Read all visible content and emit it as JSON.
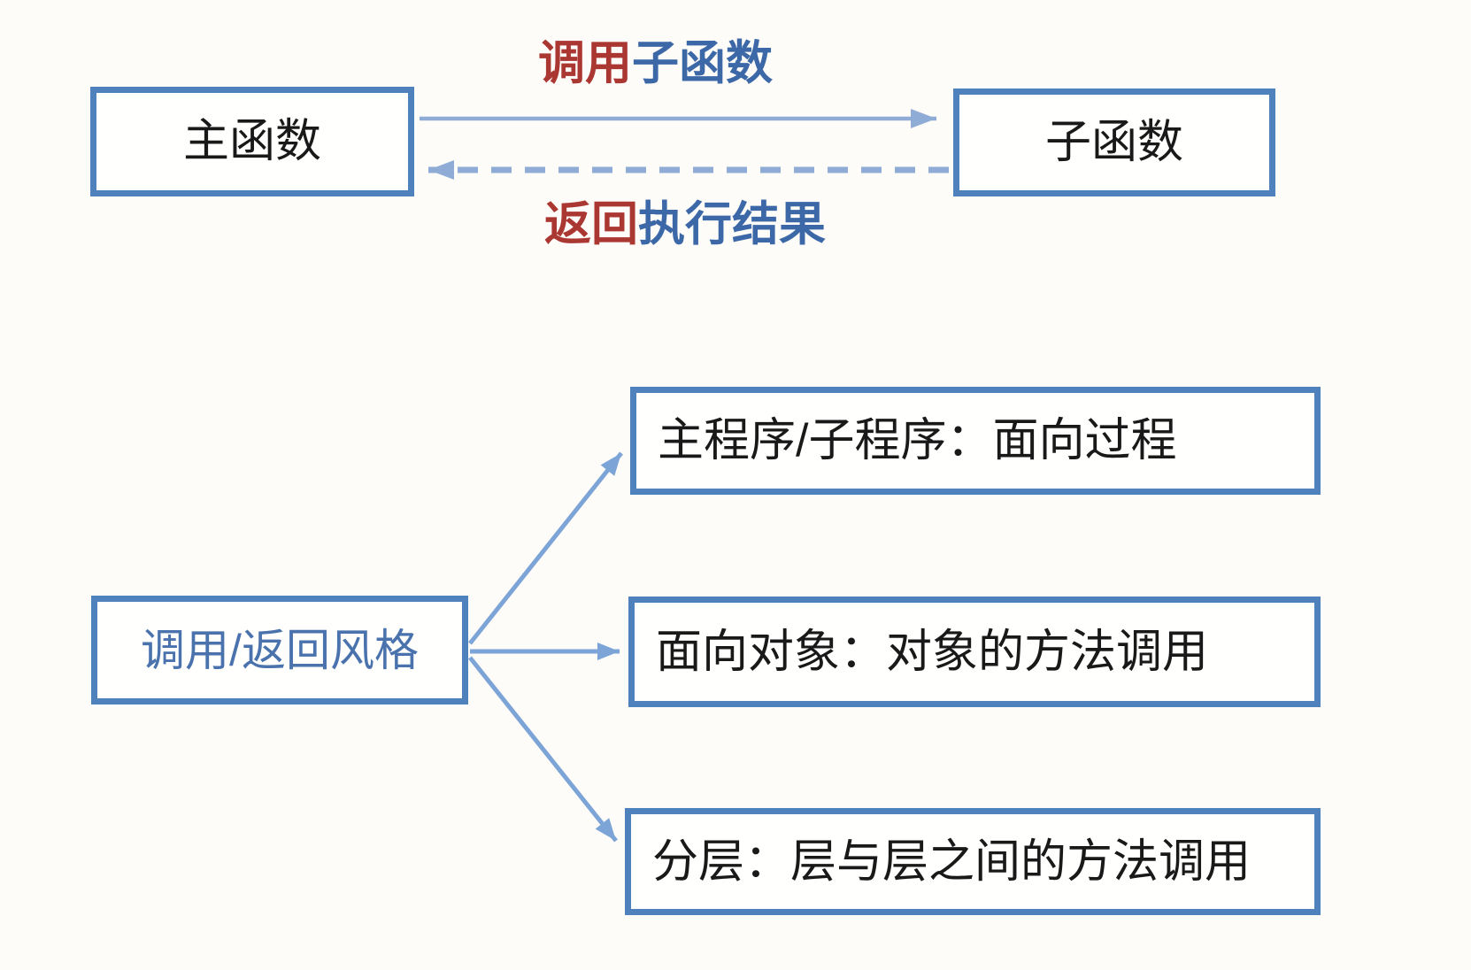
{
  "colors": {
    "border_blue": "#4f81bd",
    "arrow_blue": "#8facd6",
    "fan_arrow_blue": "#7da4d6",
    "label_red": "#ab3732",
    "label_blue": "#3d68a8",
    "style_text_blue": "#4a72ad",
    "text_dark": "#191919",
    "background": "#fdfcf9",
    "box_fill": "#fffffe"
  },
  "top_flow": {
    "main_box": "主函数",
    "sub_box": "子函数",
    "call_label": {
      "action": "调用",
      "target": "子函数"
    },
    "return_label": {
      "action": "返回",
      "target": "执行结果"
    }
  },
  "style_tree": {
    "root_box": "调用/返回风格",
    "branches": [
      "主程序/子程序：面向过程",
      "面向对象：对象的方法调用",
      "分层：层与层之间的方法调用"
    ]
  }
}
